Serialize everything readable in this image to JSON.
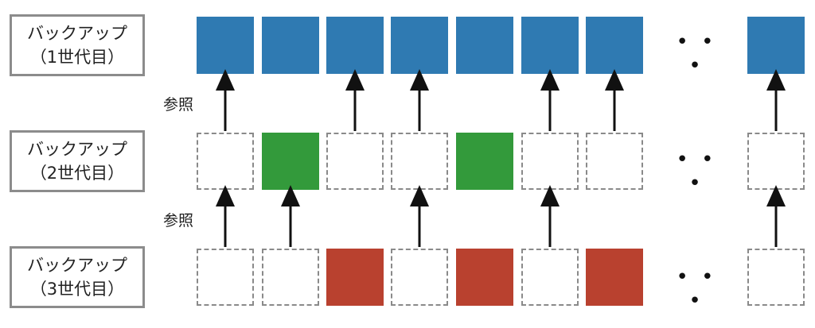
{
  "generations": [
    {
      "label_line1": "バックアップ",
      "label_line2": "（1世代目）",
      "blocks": [
        "blue",
        "blue",
        "blue",
        "blue",
        "blue",
        "blue",
        "blue",
        "blue"
      ]
    },
    {
      "label_line1": "バックアップ",
      "label_line2": "（2世代目）",
      "blocks": [
        "empty",
        "green",
        "empty",
        "empty",
        "green",
        "empty",
        "empty",
        "empty"
      ]
    },
    {
      "label_line1": "バックアップ",
      "label_line2": "（3世代目）",
      "blocks": [
        "empty",
        "empty",
        "red",
        "empty",
        "red",
        "empty",
        "red",
        "empty"
      ]
    }
  ],
  "ellipsis": "• • •",
  "reference_label": "参照",
  "arrows_gen2_to_gen1": [
    0,
    2,
    3,
    5,
    6,
    7
  ],
  "arrows_gen3_to_gen2": [
    0,
    1,
    3,
    5,
    7
  ],
  "colors": {
    "blue": "#2f7ab2",
    "green": "#339a3b",
    "red": "#b9412f",
    "border": "#8c8c8c"
  }
}
